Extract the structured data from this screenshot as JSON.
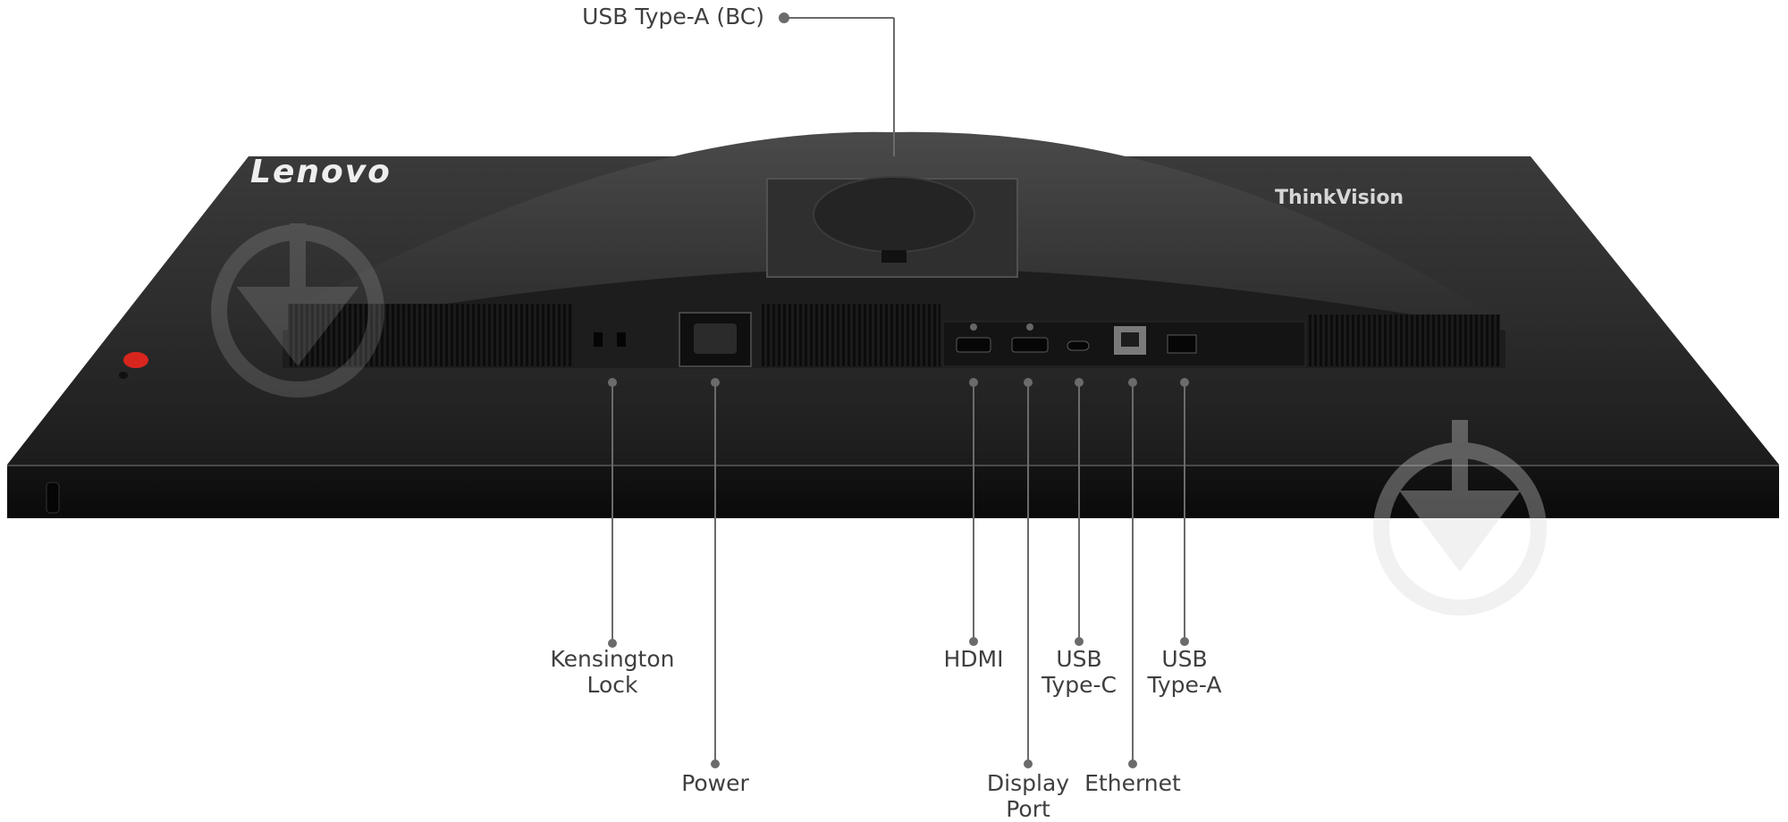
{
  "diagram": {
    "brand_logo": "Lenovo",
    "series_logo": "ThinkVision",
    "callouts": {
      "usb_a_bc": "USB Type-A (BC)",
      "kensington": [
        "Kensington",
        "Lock"
      ],
      "power": "Power",
      "hdmi": "HDMI",
      "displayport": [
        "Display",
        "Port"
      ],
      "usb_c": [
        "USB",
        "Type-C"
      ],
      "ethernet": "Ethernet",
      "usb_a": [
        "USB",
        "Type-A"
      ]
    },
    "colors": {
      "leader_line": "#6b6b6b",
      "monitor_body": "#222222",
      "accent_trackpoint": "#d8261f",
      "label_text": "#3f3f3f"
    }
  }
}
